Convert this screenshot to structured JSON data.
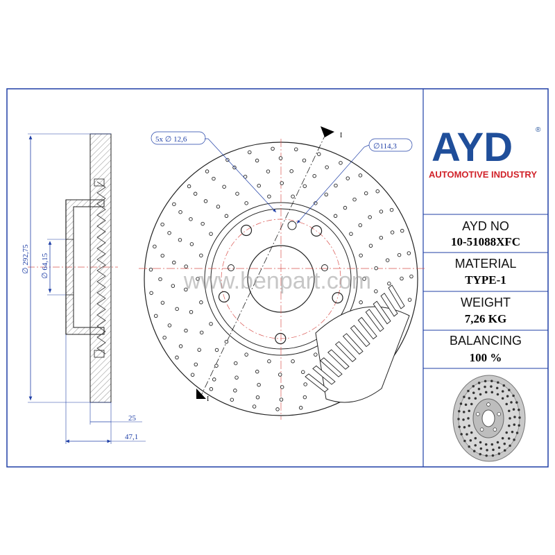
{
  "brand": {
    "name": "AYD",
    "registered": "®",
    "tagline": "AUTOMOTIVE INDUSTRY",
    "color_blue": "#1f4e9a",
    "color_red": "#d1232a"
  },
  "info_panel": {
    "part_no_label": "AYD NO",
    "part_no_value": "10-51088XFC",
    "material_label": "MATERIAL",
    "material_value": "TYPE-1",
    "weight_label": "WEIGHT",
    "weight_value": "7,26 KG",
    "balancing_label": "BALANCING",
    "balancing_value": "100 %"
  },
  "dimensions": {
    "bolt_holes": "5x ∅ 12,6",
    "pcd": "∅114,3",
    "outer_diameter": "∅ 292,75",
    "center_bore": "∅ 64,15",
    "thickness": "25",
    "height": "47,1"
  },
  "section_marks": {
    "top": "I",
    "bottom": "I"
  },
  "watermark": "www.benpart.com",
  "colors": {
    "frame": "#1f3fa6",
    "dimension": "#1f3fa6",
    "centerline": "#d9534f",
    "drawing": "#222222"
  }
}
